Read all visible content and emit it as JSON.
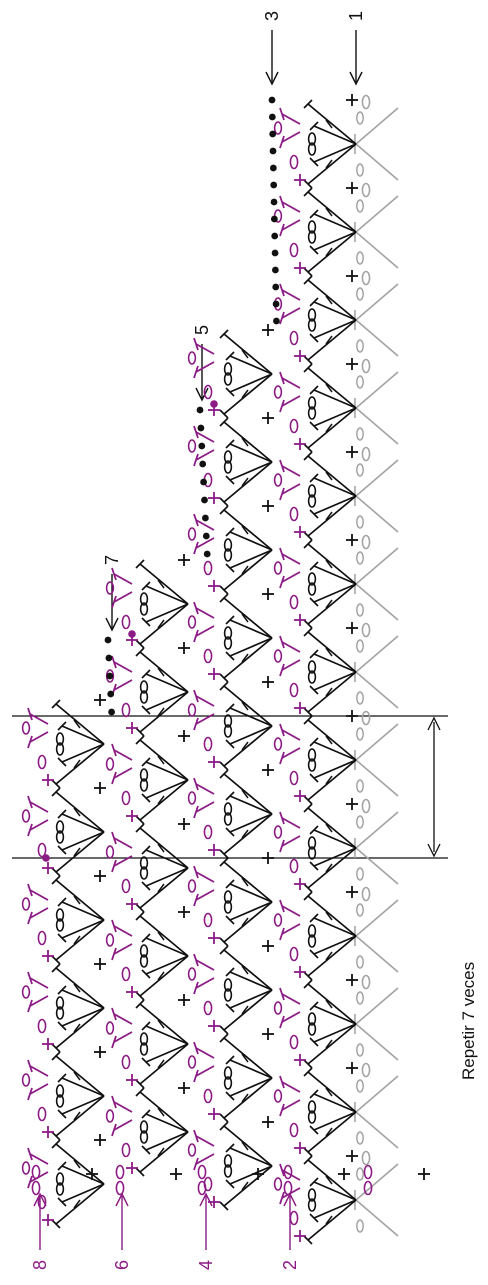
{
  "repeat_label": "Repetir 7 veces",
  "row_numbers": {
    "r1": "1",
    "r2": "2",
    "r3": "3",
    "r4": "4",
    "r5": "5",
    "r6": "6",
    "r7": "7",
    "r8": "8"
  },
  "colors": {
    "even_rows": "#8c1b86",
    "odd_rows": "#111111",
    "foundation_row": "#a3a3a3",
    "lines": "#111111"
  },
  "stitch_symbols": [
    "sc-plus",
    "chain-oval",
    "dc-t",
    "slip-dot",
    "fan-v",
    "bobble-loop"
  ]
}
